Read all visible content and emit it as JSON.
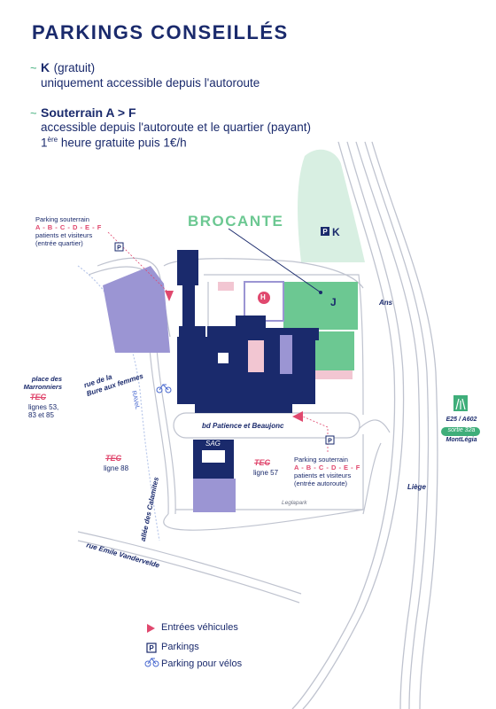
{
  "title": "PARKINGS CONSEILLÉS",
  "legend_top": {
    "k": {
      "head": "K",
      "head_suffix": "(gratuit)",
      "line1": "uniquement accessible depuis l'autoroute"
    },
    "souterrain": {
      "head": "Souterrain A > F",
      "line1": "accessible depuis l'autoroute et le quartier (payant)",
      "line2_pre": "1",
      "line2_sup": "ère",
      "line2_post": " heure gratuite puis 1€/h"
    }
  },
  "map": {
    "brocante": "BROCANTE",
    "parking_k": "K",
    "parking_icon": "P",
    "hospital_icon": "H",
    "j_label": "J",
    "ans": "Ans",
    "liege": "Liège",
    "leglapark": "Leglapark",
    "sag": "SAG",
    "bd": "bd Patience et Beaujonc",
    "ravel": "RAVeL",
    "rue_bure_1": "rue de la",
    "rue_bure_2": "Bure aux femmes",
    "allee": "allée des Calamites",
    "rue_emile": "rue Emile Vandervelde",
    "place_1": "place des",
    "place_2": "Marronniers",
    "tec": "TEC",
    "lignes_1": "lignes 53,",
    "lignes_2": "83 et 85",
    "ligne88": "ligne 88",
    "ligne57": "ligne 57",
    "highway_1": "E25 / A602",
    "highway_2": "sortie 32a",
    "highway_3": "MontLégia",
    "park_top": {
      "l1": "Parking souterrain",
      "l2": "A - B - C - D - E - F",
      "l3": "patients et visiteurs",
      "l4": "(entrée quartier)"
    },
    "park_bottom": {
      "l1": "Parking souterrain",
      "l2": "A - B - C - D - E - F",
      "l3": "patients et visiteurs",
      "l4": "(entrée autoroute)"
    }
  },
  "legend_bottom": {
    "entrees": "Entrées véhicules",
    "parkings": "Parkings",
    "velos": "Parking pour vélos"
  },
  "colors": {
    "navy": "#1a2a6c",
    "green_light": "#d8efe2",
    "green": "#6cc892",
    "lavender": "#9b95d3",
    "pink_block": "#f2c6d2",
    "road": "#bfc3cf",
    "pink_accent": "#e0486e"
  }
}
